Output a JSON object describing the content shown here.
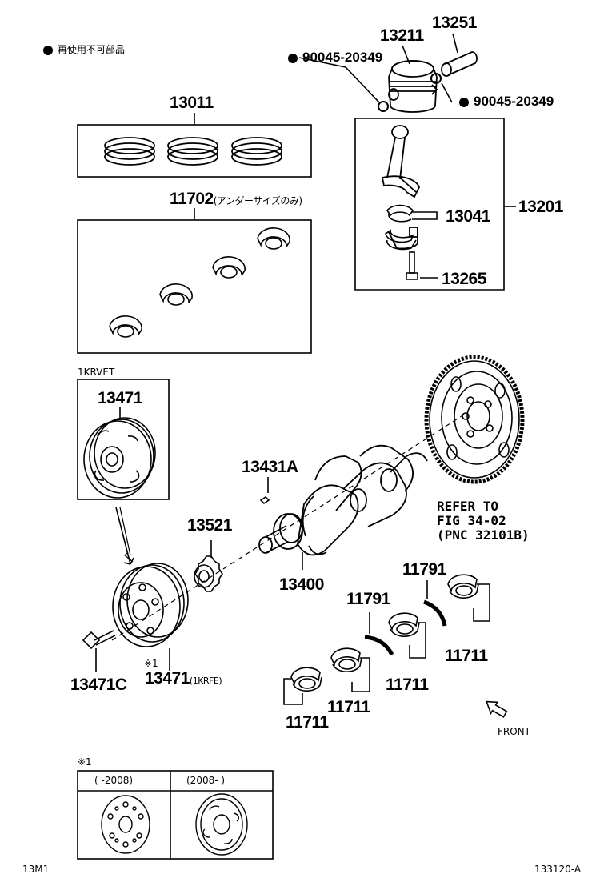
{
  "legend": {
    "reuse_note": "再使用不可部品"
  },
  "parts": {
    "p13251": "13251",
    "p13211": "13211",
    "p90045_a": "90045-20349",
    "p90045_b": "90045-20349",
    "p13011": "13011",
    "p11702": "11702",
    "p11702_note": "(アンダーサイズのみ)",
    "p13201": "13201",
    "p13041": "13041",
    "p13265": "13265",
    "p13471_top": "13471",
    "p13431a": "13431A",
    "p13521": "13521",
    "p13400": "13400",
    "p11791_a": "11791",
    "p11791_b": "11791",
    "p11711_a": "11711",
    "p11711_b": "11711",
    "p11711_c": "11711",
    "p11711_d": "11711",
    "p13471c": "13471C",
    "p13471_bottom": "13471",
    "p13471_bottom_note": "(1KRFE)",
    "mark1": "※1"
  },
  "variant_box": {
    "label": "1KRVET"
  },
  "refer": {
    "line1": "REFER TO",
    "line2": "FIG 34-02",
    "line3": "(PNC 32101B)"
  },
  "front": {
    "label": "FRONT"
  },
  "inset": {
    "mark": "※1",
    "col1": "(    -2008)",
    "col2": "(2008-    )"
  },
  "footer": {
    "left_code": "13M1",
    "right_code": "133120-A"
  }
}
